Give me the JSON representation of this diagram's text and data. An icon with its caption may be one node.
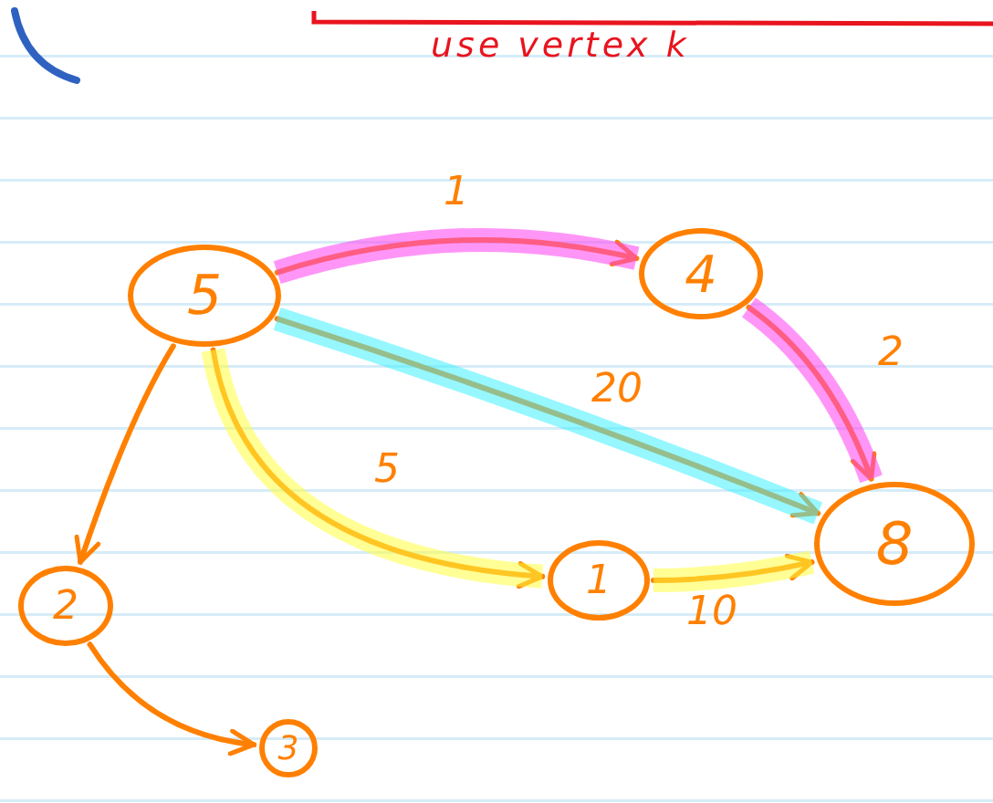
{
  "diagram": {
    "nodes": [
      {
        "text": [
          "5"
        ]
      },
      {
        "text": [
          "4"
        ]
      },
      {
        "text": [
          "8"
        ]
      },
      {
        "text": [
          "2"
        ]
      },
      {
        "text": [
          "3"
        ]
      },
      {
        "text": [
          "1"
        ]
      }
    ],
    "edges": [
      {
        "from": 0,
        "to": 1,
        "arrow": "to",
        "label": "1"
      },
      {
        "from": 1,
        "to": 2,
        "arrow": "to",
        "label": "2"
      },
      {
        "from": 0,
        "to": 2,
        "arrow": "to",
        "label": "20"
      },
      {
        "from": 0,
        "to": 5,
        "arrow": "to",
        "label": "5"
      },
      {
        "from": 5,
        "to": 2,
        "arrow": "to",
        "label": "10"
      },
      {
        "from": 0,
        "to": 3,
        "arrow": "to"
      },
      {
        "from": 3,
        "to": 4,
        "arrow": "to"
      }
    ],
    "labels": [
      "use vertex k"
    ]
  }
}
